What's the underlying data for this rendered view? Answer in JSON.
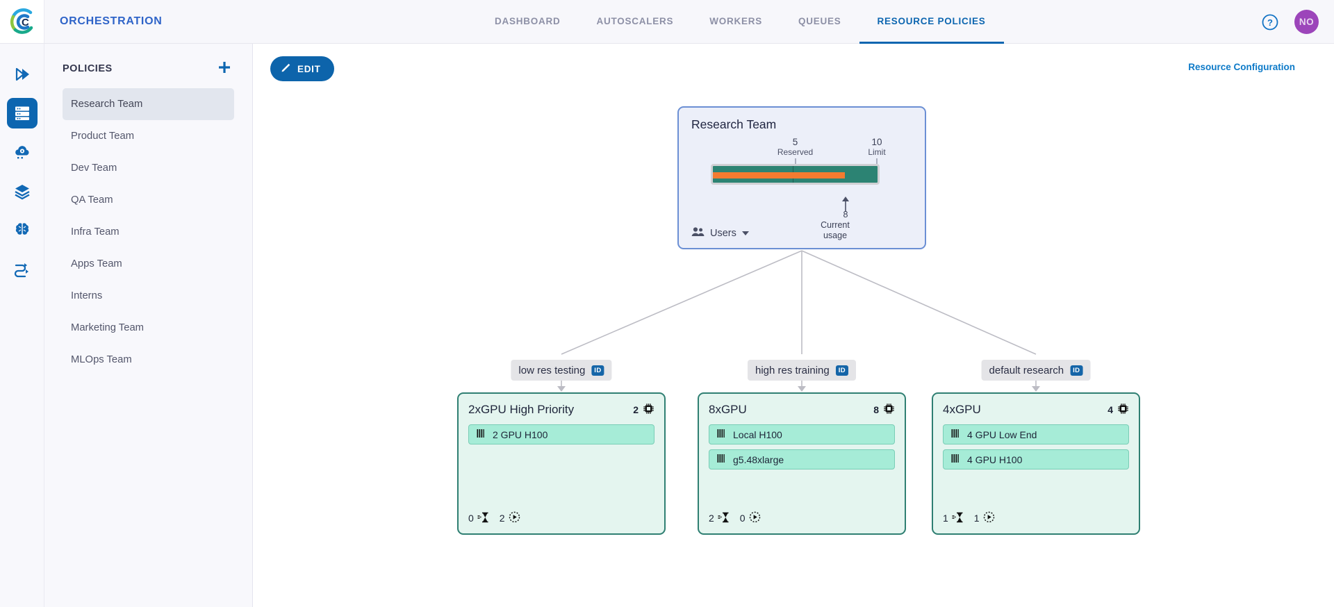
{
  "app": {
    "title": "ORCHESTRATION",
    "logo": "run-ai-logo"
  },
  "nav": {
    "tabs": [
      {
        "label": "DASHBOARD",
        "active": false
      },
      {
        "label": "AUTOSCALERS",
        "active": false
      },
      {
        "label": "WORKERS",
        "active": false
      },
      {
        "label": "QUEUES",
        "active": false
      },
      {
        "label": "RESOURCE POLICIES",
        "active": true
      }
    ]
  },
  "topbar_right": {
    "help_icon": "help-circle-icon",
    "avatar_initials": "NO"
  },
  "rail": {
    "items": [
      {
        "icon": "double-chevron-right-icon",
        "active": false
      },
      {
        "icon": "server-rack-icon",
        "active": true
      },
      {
        "icon": "cloud-gear-icon",
        "active": false
      },
      {
        "icon": "layers-icon",
        "active": false
      },
      {
        "icon": "brain-icon",
        "active": false
      },
      {
        "icon": "workflow-icon",
        "active": false
      }
    ]
  },
  "sidebar": {
    "title": "POLICIES",
    "add_icon": "plus-icon",
    "items": [
      {
        "label": "Research Team",
        "selected": true
      },
      {
        "label": "Product Team",
        "selected": false
      },
      {
        "label": "Dev Team",
        "selected": false
      },
      {
        "label": "QA Team",
        "selected": false
      },
      {
        "label": "Infra Team",
        "selected": false
      },
      {
        "label": "Apps Team",
        "selected": false
      },
      {
        "label": "Interns",
        "selected": false
      },
      {
        "label": "Marketing Team",
        "selected": false
      },
      {
        "label": "MLOps Team",
        "selected": false
      }
    ]
  },
  "toolbar": {
    "edit_label": "EDIT",
    "edit_icon": "pencil-icon",
    "resource_configuration_label": "Resource Configuration"
  },
  "root_policy": {
    "name": "Research Team",
    "gauge": {
      "reserved_value": "5",
      "reserved_label": "Reserved",
      "limit_value": "10",
      "limit_label": "Limit",
      "current_usage_value": "8",
      "current_usage_label": "Current usage",
      "reserved": 5,
      "limit": 10,
      "current_usage": 8,
      "track_color": "#2c8373",
      "usage_color": "#f47b30"
    },
    "users_label": "Users",
    "users_icon": "users-icon",
    "caret_icon": "chevron-down-icon"
  },
  "queues": [
    {
      "label": "low res testing",
      "badge": "ID"
    },
    {
      "label": "high res training",
      "badge": "ID"
    },
    {
      "label": "default research",
      "badge": "ID"
    }
  ],
  "resource_cards": [
    {
      "name": "2xGPU High Priority",
      "gpu_count": "2",
      "gpu_icon": "cpu-chip-icon",
      "items": [
        {
          "label": "2 GPU H100",
          "icon": "bars-icon"
        }
      ],
      "pending": "0",
      "pending_icon": "hourglass-icon",
      "running": "2",
      "running_icon": "play-dashed-icon"
    },
    {
      "name": "8xGPU",
      "gpu_count": "8",
      "gpu_icon": "cpu-chip-icon",
      "items": [
        {
          "label": "Local H100",
          "icon": "bars-icon"
        },
        {
          "label": "g5.48xlarge",
          "icon": "bars-icon"
        }
      ],
      "pending": "2",
      "pending_icon": "hourglass-icon",
      "running": "0",
      "running_icon": "play-dashed-icon"
    },
    {
      "name": "4xGPU",
      "gpu_count": "4",
      "gpu_icon": "cpu-chip-icon",
      "items": [
        {
          "label": "4 GPU Low End",
          "icon": "bars-icon"
        },
        {
          "label": "4 GPU H100",
          "icon": "bars-icon"
        }
      ],
      "pending": "1",
      "pending_icon": "hourglass-icon",
      "running": "1",
      "running_icon": "play-dashed-icon"
    }
  ],
  "colors": {
    "accent_blue": "#0d66b0",
    "link_blue": "#0d7ac8",
    "root_card_border": "#6b8fd4",
    "res_card_border": "#2f7f72",
    "avatar_purple": "#9c45ba"
  }
}
